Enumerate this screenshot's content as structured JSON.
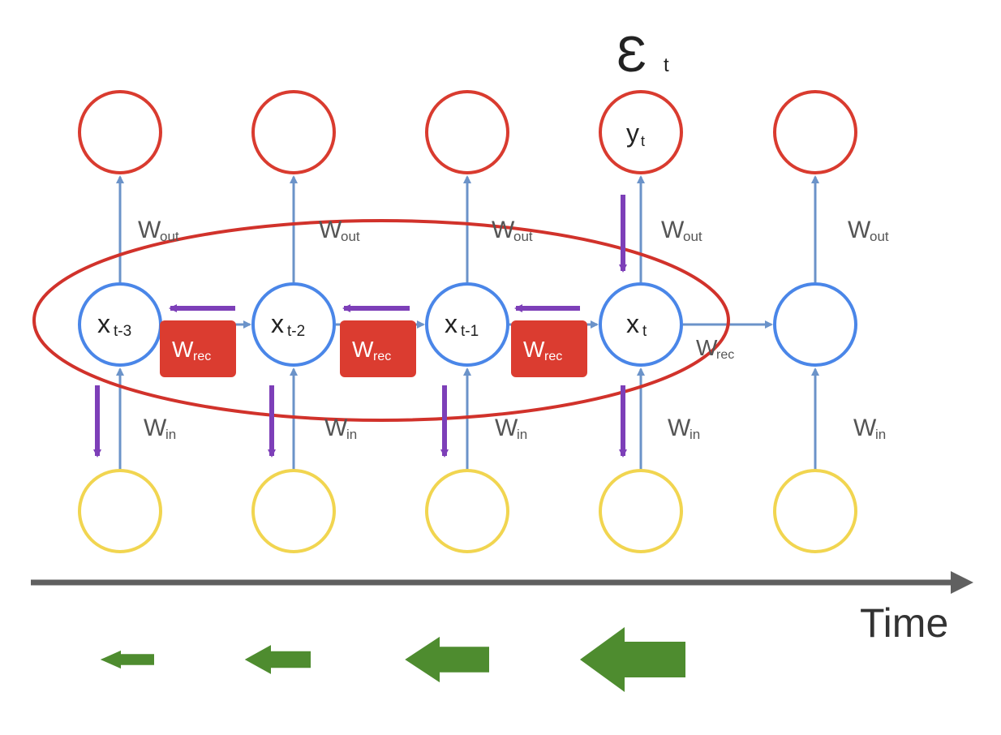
{
  "error_label": {
    "symbol": "Ɛ",
    "subscript": "t"
  },
  "time_axis": {
    "label": "Time"
  },
  "columns": [
    {
      "hidden_main": "x",
      "hidden_sub": "t-3",
      "output_main": "",
      "output_sub": "",
      "w_out": "out",
      "w_in": "in"
    },
    {
      "hidden_main": "x",
      "hidden_sub": "t-2",
      "output_main": "",
      "output_sub": "",
      "w_out": "out",
      "w_in": "in"
    },
    {
      "hidden_main": "x",
      "hidden_sub": "t-1",
      "output_main": "",
      "output_sub": "",
      "w_out": "out",
      "w_in": "in"
    },
    {
      "hidden_main": "x",
      "hidden_sub": "t",
      "output_main": "y",
      "output_sub": "t",
      "w_out": "out",
      "w_in": "in"
    },
    {
      "hidden_main": "",
      "hidden_sub": "",
      "output_main": "",
      "output_sub": "",
      "w_out": "out",
      "w_in": "in"
    }
  ],
  "weights": {
    "main": "W",
    "out_sub": "out",
    "in_sub": "in",
    "rec_sub": "rec"
  },
  "rec_boxes": [
    "rec",
    "rec",
    "rec"
  ],
  "colors": {
    "output_node": "#d93b2f",
    "hidden_node": "#4a86e8",
    "input_node": "#f1d550",
    "connection": "#6b93c9",
    "backprop": "#7d3fb8",
    "rec_box": "#db3c30",
    "ellipse": "#d1322b",
    "time_axis": "#606060",
    "gradient_arrow": "#4e8c2f"
  },
  "gradient_magnitudes": [
    0.15,
    0.35,
    0.65,
    1.0
  ]
}
